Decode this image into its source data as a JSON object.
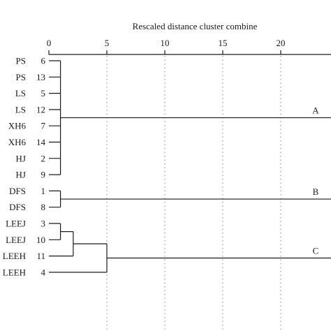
{
  "chart_data": {
    "type": "dendrogram",
    "title": "Rescaled distance cluster combine",
    "xlim": [
      0,
      25
    ],
    "ticks": [
      0,
      5,
      10,
      15,
      20
    ],
    "grid": "dotted-vertical",
    "leaves": [
      {
        "name": "PS",
        "id": "6"
      },
      {
        "name": "PS",
        "id": "13"
      },
      {
        "name": "LS",
        "id": "5"
      },
      {
        "name": "LS",
        "id": "12"
      },
      {
        "name": "XH6",
        "id": "7"
      },
      {
        "name": "XH6",
        "id": "14"
      },
      {
        "name": "HJ",
        "id": "2"
      },
      {
        "name": "HJ",
        "id": "9"
      },
      {
        "name": "DFS",
        "id": "1"
      },
      {
        "name": "DFS",
        "id": "8"
      },
      {
        "name": "LEEJ",
        "id": "3"
      },
      {
        "name": "LEEJ",
        "id": "10"
      },
      {
        "name": "LEEH",
        "id": "11"
      },
      {
        "name": "LEEH",
        "id": "4"
      }
    ],
    "merges": [
      {
        "leaves": [
          0,
          1,
          2,
          3,
          4,
          5,
          6,
          7
        ],
        "distance": 1.0
      },
      {
        "leaves": [
          8,
          9
        ],
        "distance": 1.0
      },
      {
        "leaves": [
          10,
          11
        ],
        "distance": 1.0
      },
      {
        "leaves": [
          10,
          11,
          12
        ],
        "distance": 2.1
      },
      {
        "leaves": [
          10,
          11,
          12,
          13
        ],
        "distance": 5.0
      }
    ],
    "clusters": [
      {
        "label": "A",
        "leaves": [
          0,
          1,
          2,
          3,
          4,
          5,
          6,
          7
        ]
      },
      {
        "label": "B",
        "leaves": [
          8,
          9
        ]
      },
      {
        "label": "C",
        "leaves": [
          10,
          11,
          12,
          13
        ]
      }
    ]
  }
}
